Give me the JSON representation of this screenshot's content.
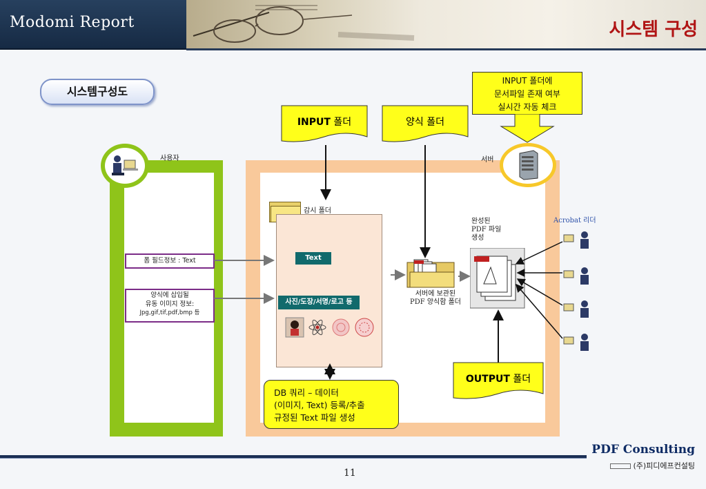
{
  "header": {
    "brand": "Modomi Report",
    "title": "시스템 구성"
  },
  "section_label": "시스템구성도",
  "user": {
    "label": "사용자"
  },
  "server": {
    "label": "서버"
  },
  "form_field_box": "폼 필드정보 : Text",
  "image_info_box": {
    "line1": "양식에 삽입될",
    "line2": "유동 이미지 정보:",
    "line3": "Jpg,gif,tif,pdf,bmp 등"
  },
  "watch_folder": "감시 폴더",
  "text_button": "Text",
  "image_button": "사진/도장/서명/로고 등",
  "pdf_form_folder": {
    "line1": "서버에 보관된",
    "line2": "PDF 양식함 폴더"
  },
  "completed_pdf": {
    "line1": "완성된",
    "line2": "PDF 파일",
    "line3": "생성"
  },
  "acrobat_reader": "Acrobat 리더",
  "callouts": {
    "input_folder": {
      "bold": "INPUT",
      "rest": " 폴더"
    },
    "form_folder": "양식 폴더",
    "output_folder": {
      "bold": "OUTPUT",
      "rest": " 폴더"
    },
    "input_check": {
      "line1": "INPUT 폴더에",
      "line2": "문서파일 존재 여부",
      "line3": "실시간 자동 체크"
    },
    "db_query": {
      "line1": "DB 쿼리 – 데이터",
      "line2": "(이미지, Text) 등록/추출",
      "line3": "규정된 Text 파일 생성"
    }
  },
  "footer": {
    "company": "PDF Consulting",
    "company_kr": "(주)피디에프컨설팅",
    "page": "11"
  },
  "colors": {
    "user_frame": "#8fc41a",
    "server_frame": "#f9c99b",
    "callout": "#ffff1a",
    "accent": "#b01414",
    "navy": "#1b2f55"
  }
}
